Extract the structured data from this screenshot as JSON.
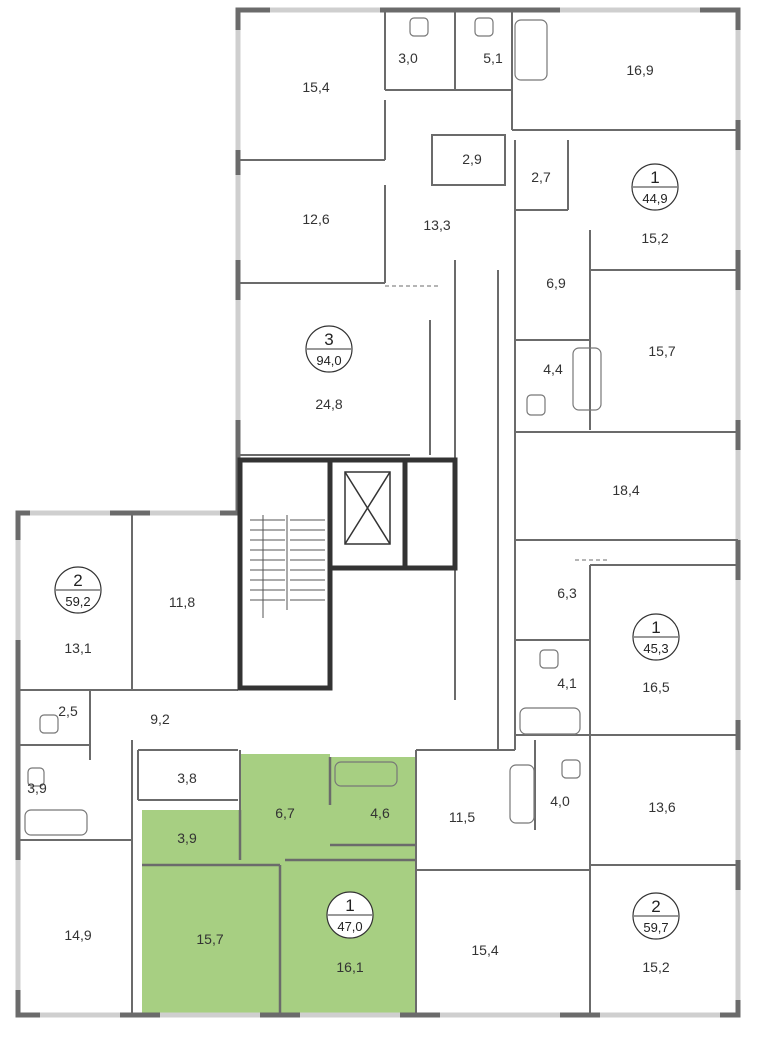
{
  "colors": {
    "highlight": "#a7cf82",
    "wall": "#6b6b6b",
    "core_wall": "#333333",
    "window": "#cfcfcf"
  },
  "rooms": [
    {
      "id": "r1",
      "area": "3,0"
    },
    {
      "id": "r2",
      "area": "5,1"
    },
    {
      "id": "r3",
      "area": "15,4"
    },
    {
      "id": "r4",
      "area": "16,9"
    },
    {
      "id": "r5",
      "area": "2,9"
    },
    {
      "id": "r6",
      "area": "2,7"
    },
    {
      "id": "r7",
      "area": "12,6"
    },
    {
      "id": "r8",
      "area": "13,3"
    },
    {
      "id": "r9",
      "area": "15,2"
    },
    {
      "id": "r10",
      "area": "6,9"
    },
    {
      "id": "r11",
      "area": "15,7"
    },
    {
      "id": "r12",
      "area": "4,4"
    },
    {
      "id": "r13",
      "area": "24,8"
    },
    {
      "id": "r14",
      "area": "18,4"
    },
    {
      "id": "r15",
      "area": "11,8"
    },
    {
      "id": "r16",
      "area": "13,1"
    },
    {
      "id": "r17",
      "area": "6,3"
    },
    {
      "id": "r18",
      "area": "4,1"
    },
    {
      "id": "r19",
      "area": "16,5"
    },
    {
      "id": "r20",
      "area": "2,5"
    },
    {
      "id": "r21",
      "area": "9,2"
    },
    {
      "id": "r22",
      "area": "3,8"
    },
    {
      "id": "r23",
      "area": "6,7"
    },
    {
      "id": "r24",
      "area": "4,6"
    },
    {
      "id": "r25",
      "area": "3,9"
    },
    {
      "id": "r26",
      "area": "11,5"
    },
    {
      "id": "r27",
      "area": "4,0"
    },
    {
      "id": "r28",
      "area": "13,6"
    },
    {
      "id": "r29",
      "area": "3,9"
    },
    {
      "id": "r30",
      "area": "14,9"
    },
    {
      "id": "r31",
      "area": "15,7"
    },
    {
      "id": "r32",
      "area": "16,1"
    },
    {
      "id": "r33",
      "area": "15,4"
    },
    {
      "id": "r34",
      "area": "15,2"
    }
  ],
  "apartments": [
    {
      "id": "a1",
      "rooms_count": "1",
      "total_area": "44,9"
    },
    {
      "id": "a2",
      "rooms_count": "3",
      "total_area": "94,0"
    },
    {
      "id": "a3",
      "rooms_count": "2",
      "total_area": "59,2"
    },
    {
      "id": "a4",
      "rooms_count": "1",
      "total_area": "45,3"
    },
    {
      "id": "a5",
      "rooms_count": "1",
      "total_area": "47,0",
      "highlighted": true
    },
    {
      "id": "a6",
      "rooms_count": "2",
      "total_area": "59,7"
    }
  ]
}
